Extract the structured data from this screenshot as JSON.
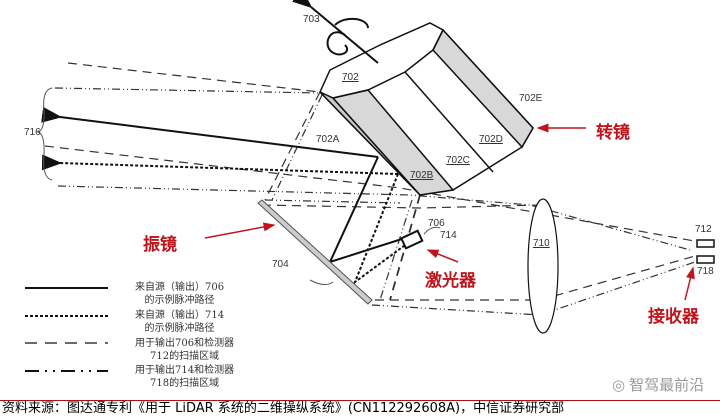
{
  "labels": {
    "rotation_axis": "703",
    "polygon_mirror": "702",
    "face_a": "702A",
    "face_b": "702B",
    "face_c": "702C",
    "face_d": "702D",
    "face_e": "702E",
    "scan_range": "716",
    "galvo_mirror": "704",
    "source_1": "706",
    "source_2": "714",
    "lens": "710",
    "detector_1": "712",
    "detector_2": "718"
  },
  "annotations": {
    "polygon": "转镜",
    "galvo": "振镜",
    "laser": "激光器",
    "receiver": "接收器"
  },
  "legend": [
    {
      "line": "solid",
      "l1": "来自源（输出）706",
      "l2": "的示例脉冲路径"
    },
    {
      "line": "dotted",
      "l1": "来自源（输出）714",
      "l2": "的示例脉冲路径"
    },
    {
      "line": "dashed",
      "l1": "用于输出706和检测器",
      "l2": "712的扫描区域"
    },
    {
      "line": "dash-dot",
      "l1": "用于输出714和检测器",
      "l2": "718的扫描区域"
    }
  ],
  "footer": "资料来源：图达通专利《用于 LiDAR 系统的二维操纵系统》(CN112292608A)，中信证券研究部",
  "watermark": "智驾最前沿",
  "colors": {
    "accent": "#c0141c",
    "line": "#111111",
    "shade": "#d4d4d4"
  }
}
